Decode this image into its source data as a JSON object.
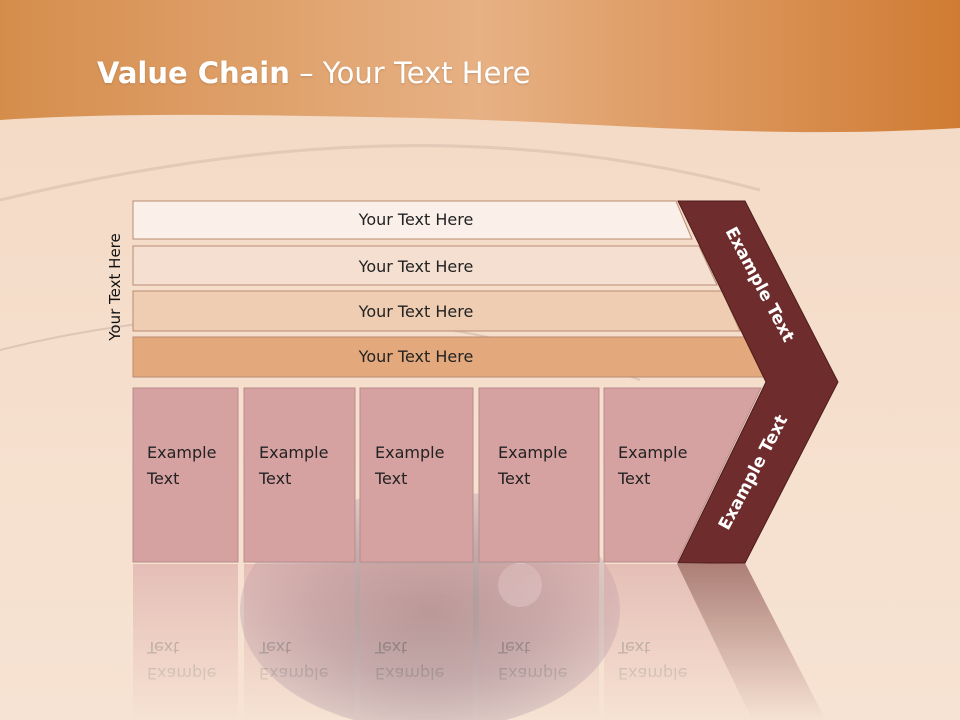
{
  "slide": {
    "title_bold": "Value Chain",
    "title_rest": " – Your Text Here",
    "side_label": "Your Text Here",
    "bars": [
      "Your Text Here",
      "Your Text Here",
      "Your Text Here",
      "Your Text Here"
    ],
    "boxes": [
      [
        "Example",
        "Text"
      ],
      [
        "Example",
        "Text"
      ],
      [
        "Example",
        "Text"
      ],
      [
        "Example",
        "Text"
      ],
      [
        "Example",
        "Text"
      ]
    ],
    "chevron_top": "Example Text",
    "chevron_bottom": "Example Text"
  },
  "colors": {
    "header_gradient_top": "#c98a4f",
    "header_gradient_bottom": "#e9a467",
    "bar_fills": [
      "#faf0e9",
      "#f4dfd1",
      "#eecdb2",
      "#e3a97c"
    ],
    "box_fill": "#d6a1a1",
    "chevron_fill": "#6e2c2c"
  }
}
